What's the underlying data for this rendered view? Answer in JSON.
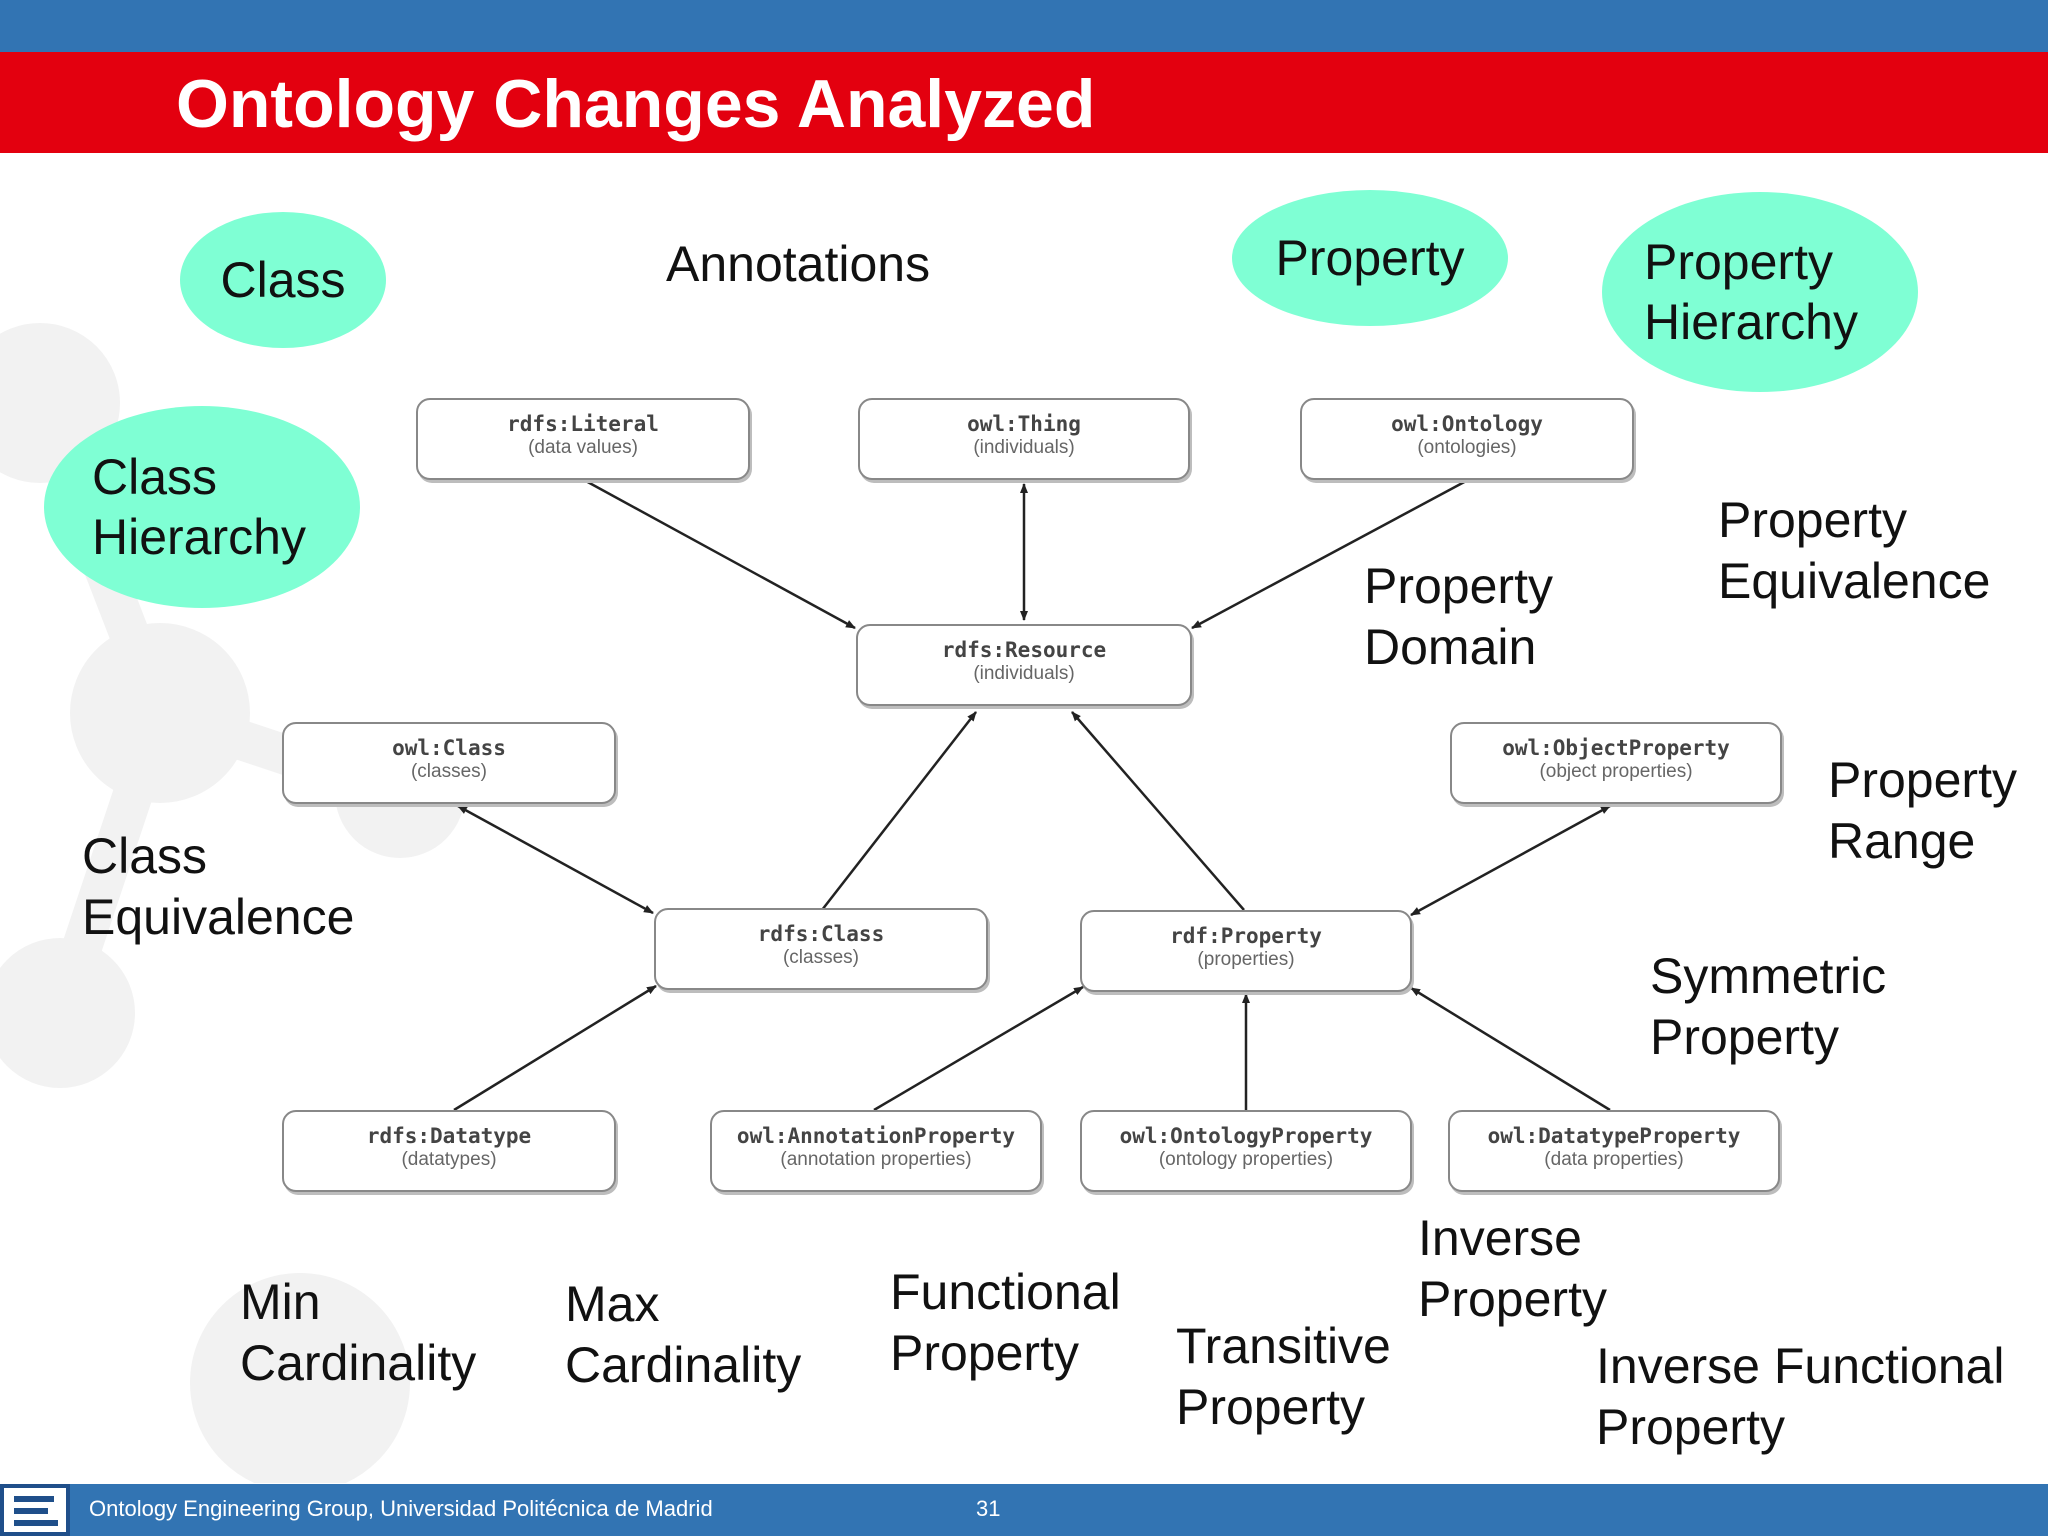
{
  "slide": {
    "title": "Ontology Changes Analyzed",
    "footer": "Ontology Engineering Group, Universidad Politécnica de Madrid",
    "page_number": "31"
  },
  "highlighted_labels": [
    {
      "text": "Class"
    },
    {
      "text": "Class Hierarchy"
    },
    {
      "text": "Property"
    },
    {
      "text": "Property Hierarchy"
    }
  ],
  "plain_labels": [
    {
      "text": "Annotations"
    },
    {
      "text": "Property Domain"
    },
    {
      "text": "Property Equivalence"
    },
    {
      "text": "Property Range"
    },
    {
      "text": "Class Equivalence"
    },
    {
      "text": "Symmetric Property"
    },
    {
      "text": "Min Cardinality"
    },
    {
      "text": "Max Cardinality"
    },
    {
      "text": "Functional Property"
    },
    {
      "text": "Transitive Property"
    },
    {
      "text": "Inverse Property"
    },
    {
      "text": "Inverse Functional Property"
    }
  ],
  "nodes": [
    {
      "name": "rdfs:Literal",
      "desc": "(data values)"
    },
    {
      "name": "owl:Thing",
      "desc": "(individuals)"
    },
    {
      "name": "owl:Ontology",
      "desc": "(ontologies)"
    },
    {
      "name": "rdfs:Resource",
      "desc": "(individuals)"
    },
    {
      "name": "owl:Class",
      "desc": "(classes)"
    },
    {
      "name": "owl:ObjectProperty",
      "desc": "(object properties)"
    },
    {
      "name": "rdfs:Class",
      "desc": "(classes)"
    },
    {
      "name": "rdf:Property",
      "desc": "(properties)"
    },
    {
      "name": "rdfs:Datatype",
      "desc": "(datatypes)"
    },
    {
      "name": "owl:AnnotationProperty",
      "desc": "(annotation properties)"
    },
    {
      "name": "owl:OntologyProperty",
      "desc": "(ontology properties)"
    },
    {
      "name": "owl:DatatypeProperty",
      "desc": "(data properties)"
    }
  ],
  "edges": [
    {
      "from": "rdfs:Literal",
      "to": "rdfs:Resource",
      "kind": "single"
    },
    {
      "from": "owl:Thing",
      "to": "rdfs:Resource",
      "kind": "double"
    },
    {
      "from": "owl:Ontology",
      "to": "rdfs:Resource",
      "kind": "single"
    },
    {
      "from": "rdfs:Class",
      "to": "rdfs:Resource",
      "kind": "single"
    },
    {
      "from": "rdf:Property",
      "to": "rdfs:Resource",
      "kind": "single"
    },
    {
      "from": "owl:Class",
      "to": "rdfs:Class",
      "kind": "double"
    },
    {
      "from": "owl:ObjectProperty",
      "to": "rdf:Property",
      "kind": "double"
    },
    {
      "from": "rdfs:Datatype",
      "to": "rdfs:Class",
      "kind": "single"
    },
    {
      "from": "owl:AnnotationProperty",
      "to": "rdf:Property",
      "kind": "single"
    },
    {
      "from": "owl:OntologyProperty",
      "to": "rdf:Property",
      "kind": "single"
    },
    {
      "from": "owl:DatatypeProperty",
      "to": "rdf:Property",
      "kind": "single"
    }
  ],
  "colors": {
    "header_band": "#3274b3",
    "title_bar": "#e3000f",
    "highlight": "#7fffd4",
    "footer_band": "#3274b3"
  }
}
